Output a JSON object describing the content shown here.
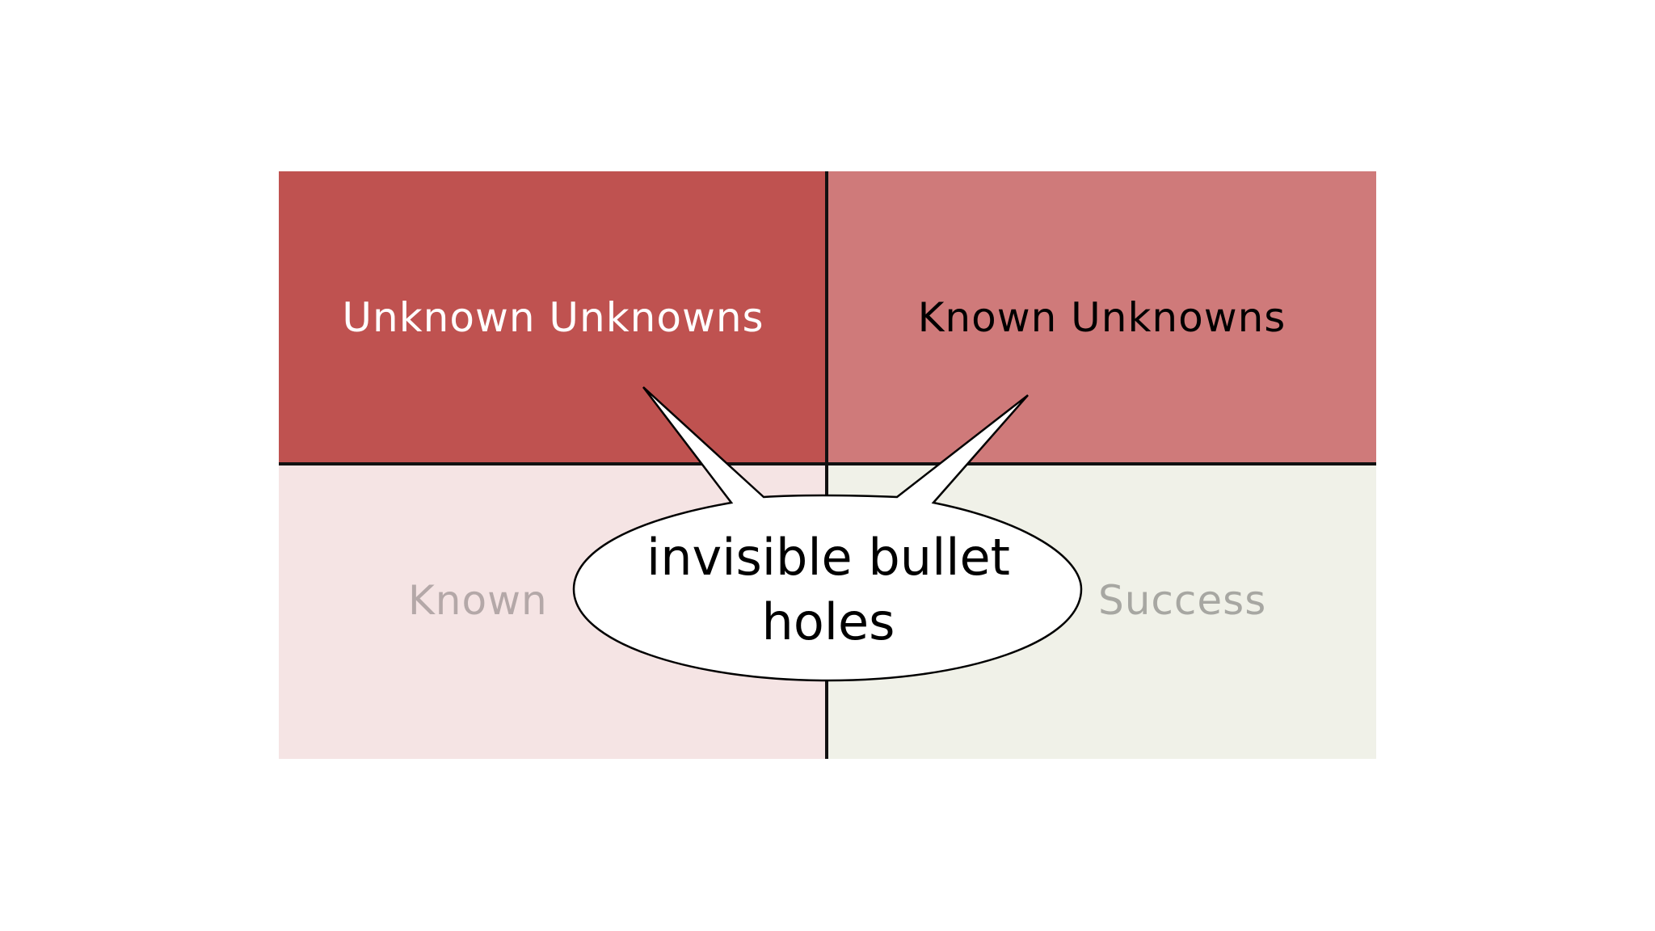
{
  "quadrants": {
    "top_left": {
      "label": "Unknown Unknowns",
      "bg": "#bf5250",
      "color": "#ffffff"
    },
    "top_right": {
      "label": "Known Unknowns",
      "bg": "#cf7a7a",
      "color": "#000000"
    },
    "bottom_left": {
      "label": "Known",
      "bg": "#f5e4e4",
      "color": "#b4a8a8"
    },
    "bottom_right": {
      "label": "Success",
      "bg": "#f0f1e8",
      "color": "#a7a7a2"
    }
  },
  "speech_bubble": {
    "line1": "invisible bullet",
    "line2": "holes",
    "fill": "#ffffff",
    "stroke": "#000000"
  }
}
